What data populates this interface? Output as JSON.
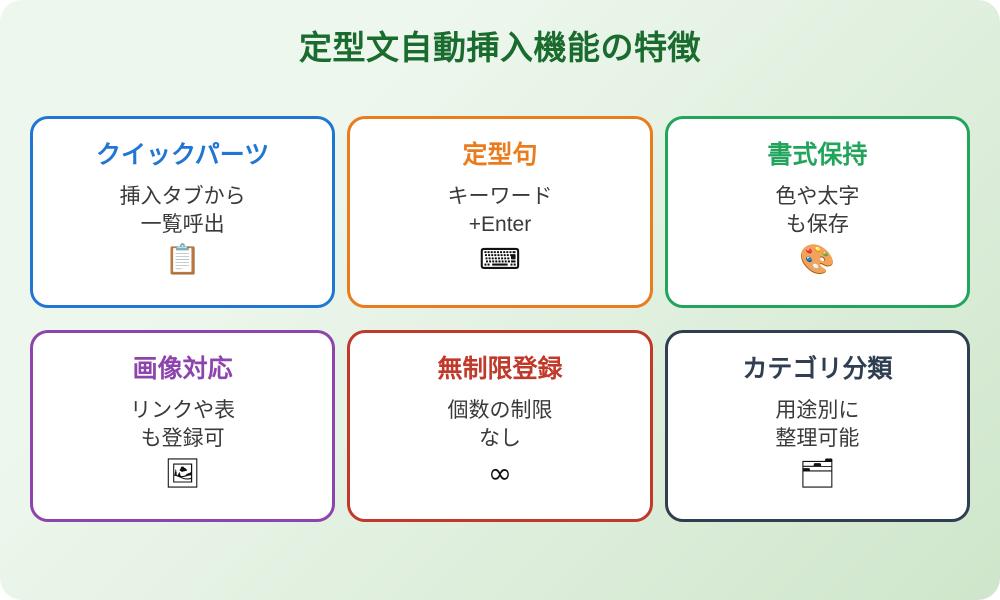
{
  "page": {
    "title": "定型文自動挿入機能の特徴",
    "title_color": "#1a6b2e",
    "background_from": "#eef7ee",
    "background_to": "#cfe6cb"
  },
  "cards": [
    {
      "title": "クイックパーツ",
      "desc": "挿入タブから\n一覧呼出",
      "icon": "📋",
      "icon_name": "clipboard-icon",
      "accent": "#2076d2"
    },
    {
      "title": "定型句",
      "desc": "キーワード\n+Enter",
      "icon": "⌨",
      "icon_name": "keyboard-icon",
      "accent": "#ea7c1e"
    },
    {
      "title": "書式保持",
      "desc": "色や太字\nも保存",
      "icon": "🎨",
      "icon_name": "palette-icon",
      "accent": "#22a45d"
    },
    {
      "title": "画像対応",
      "desc": "リンクや表\nも登録可",
      "icon": "🖼",
      "icon_name": "framed-picture-icon",
      "accent": "#8e44ad"
    },
    {
      "title": "無制限登録",
      "desc": "個数の制限\nなし",
      "icon": "∞",
      "icon_name": "infinity-icon",
      "accent": "#c0392b"
    },
    {
      "title": "カテゴリ分類",
      "desc": "用途別に\n整理可能",
      "icon": "🗂",
      "icon_name": "card-file-box-icon",
      "accent": "#2f3e50"
    }
  ]
}
